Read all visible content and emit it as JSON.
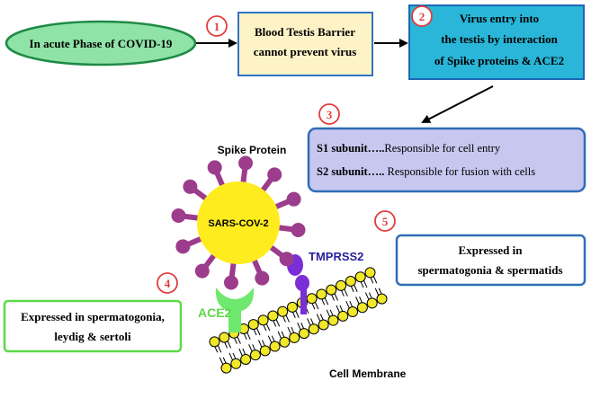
{
  "start_node": {
    "label": "In acute Phase of COVID-19"
  },
  "step1": {
    "number": "1",
    "line1": "Blood Testis Barrier",
    "line2": "cannot prevent virus"
  },
  "step2": {
    "number": "2",
    "line1": "Virus entry into",
    "line2": "the testis by interaction",
    "line3": "of Spike proteins & ACE2"
  },
  "step3": {
    "number": "3",
    "s1_term": "S1 subunit…..",
    "s1_desc": "Responsible for cell entry",
    "s2_term": "S2 subunit…..",
    "s2_desc": " Responsible for fusion with cells"
  },
  "step4": {
    "number": "4",
    "line1": "Expressed in spermatogonia,",
    "line2": "leydig & sertoli"
  },
  "step5": {
    "number": "5",
    "line1": "Expressed in",
    "line2": "spermatogonia & spermatids"
  },
  "illustration": {
    "spike_protein_label": "Spike Protein",
    "virus_label": "SARS-COV-2",
    "tmprss2_label": "TMPRSS2",
    "ace2_label": "ACE2",
    "membrane_label": "Cell Membrane"
  },
  "colors": {
    "start_fill": "#8fe3a6",
    "start_stroke": "#1f8a45",
    "step1_fill": "#fef3c7",
    "step1_stroke": "#2f74c0",
    "step2_fill": "#29b6d8",
    "step2_stroke": "#1e66b5",
    "step3_fill": "#c7c7f0",
    "step3_stroke": "#2f6db5",
    "box_stroke": "#2f6db5",
    "step4_stroke": "#5ed94a",
    "number_circle": "#e23c3c",
    "virus_core": "#ffec1f",
    "spike": "#9c3c8c",
    "ace2": "#6ee86e",
    "tmprss2": "#7a2fd6",
    "tmprss2_text": "#2a1f9c",
    "ace2_text": "#5ed94a",
    "membrane_head": "#f0e829"
  }
}
